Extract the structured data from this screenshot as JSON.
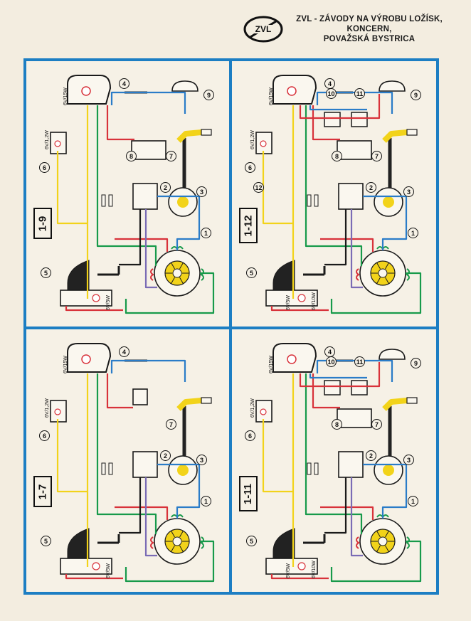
{
  "header": {
    "lines": [
      "ZVL - ZÁVODY NA VÝROBU LOŽÍSK,",
      "KONCERN,",
      "POVAŽSKÁ BYSTRICA"
    ]
  },
  "logo": {
    "text": "ZVL"
  },
  "panels": [
    {
      "id": "1-9",
      "label": "1-9",
      "numbers": [
        "1",
        "2",
        "3",
        "4",
        "5",
        "6",
        "7",
        "8",
        "9"
      ],
      "ratings": [
        "6V/15W",
        "6V/1,2W",
        "6V/5W"
      ]
    },
    {
      "id": "1-12",
      "label": "1-12",
      "numbers": [
        "1",
        "2",
        "3",
        "4",
        "5",
        "6",
        "7",
        "8",
        "9",
        "10",
        "11",
        "12"
      ],
      "ratings": [
        "6V/15W",
        "6V/1,2W",
        "6V/10W",
        "6V/5W"
      ]
    },
    {
      "id": "1-7",
      "label": "1-7",
      "numbers": [
        "1",
        "2",
        "3",
        "4",
        "5",
        "6",
        "7"
      ],
      "ratings": [
        "6V/15W",
        "6V/1,2W",
        "6V/5W"
      ]
    },
    {
      "id": "1-11",
      "label": "1-11",
      "numbers": [
        "1",
        "2",
        "3",
        "4",
        "5",
        "6",
        "7",
        "8",
        "9",
        "10",
        "11"
      ],
      "ratings": [
        "6V/15W",
        "6V/1,2W",
        "6V/10W",
        "6V/5W"
      ]
    }
  ],
  "colors": {
    "border": "#1c7ec3",
    "yellow": "#f2d31a",
    "green": "#179a4a",
    "red": "#d8323a",
    "blue": "#2a7cc8",
    "black": "#1a1a1a",
    "paper": "#f6f1e6"
  }
}
